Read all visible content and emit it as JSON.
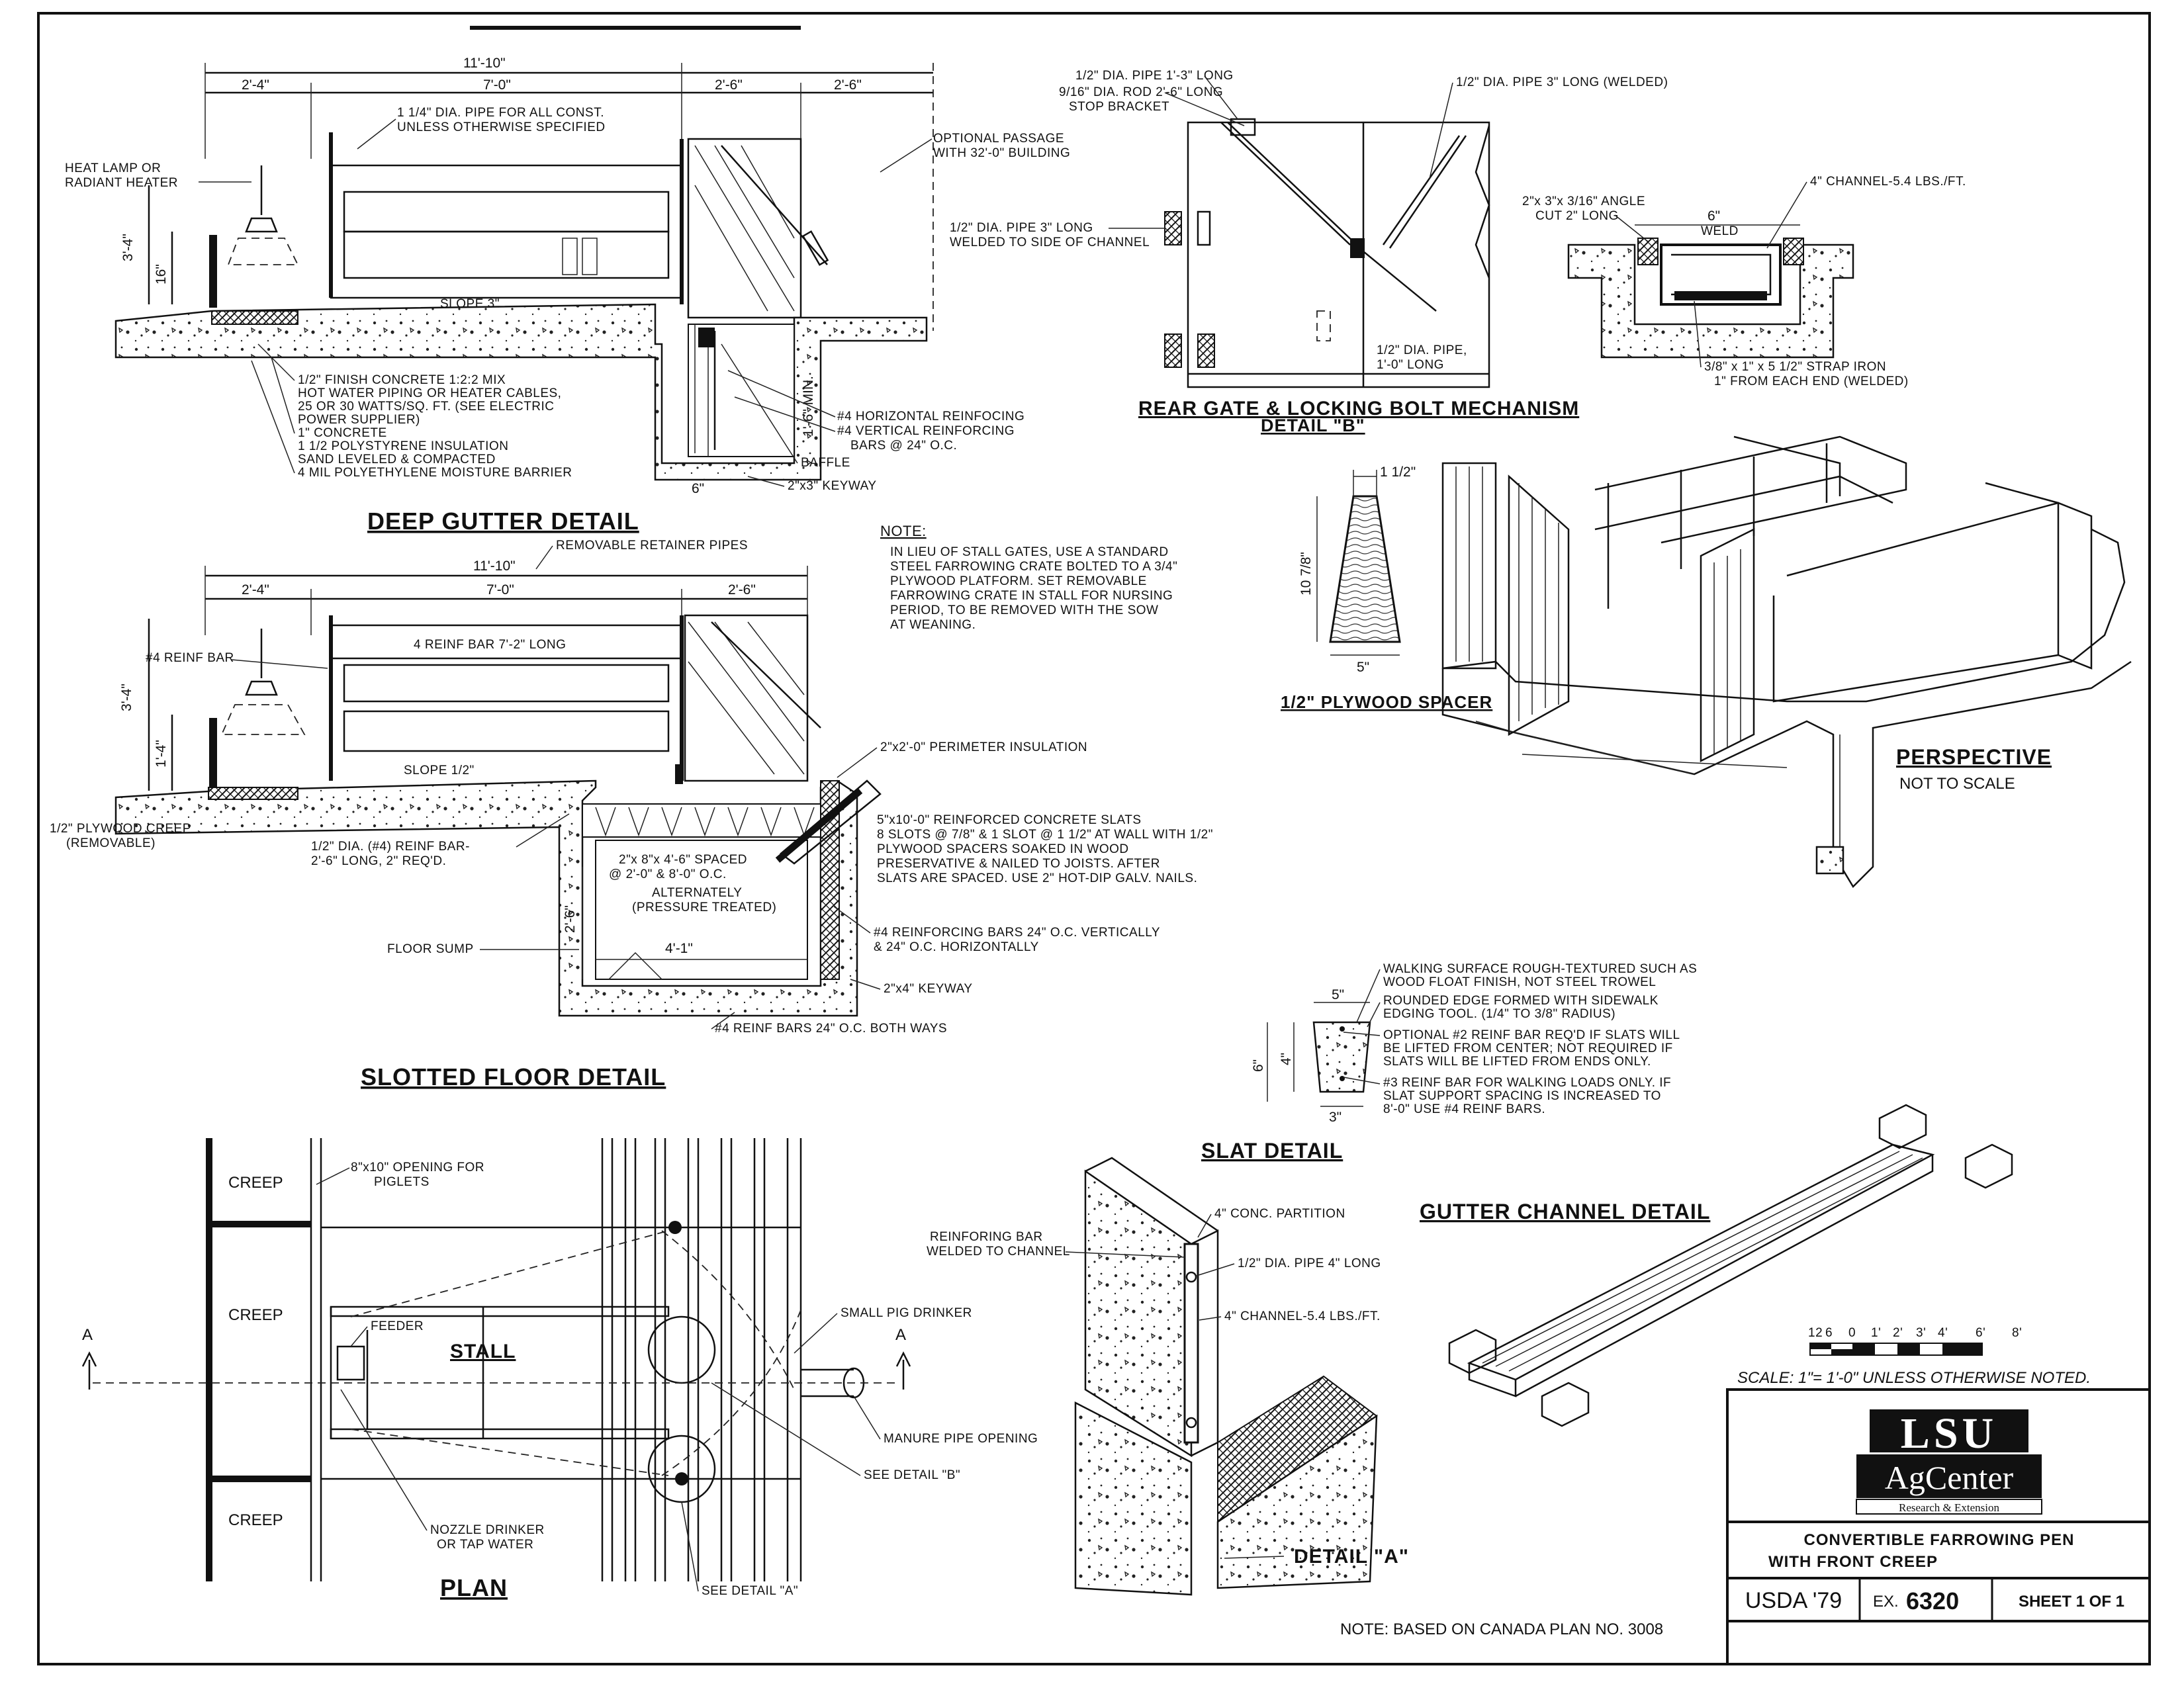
{
  "deep_gutter": {
    "title": "DEEP GUTTER DETAIL",
    "dim_total": "11'-10\"",
    "dim_left": "2'-4\"",
    "dim_mid": "7'-0\"",
    "dim_right": "2'-6\"",
    "dim_right2": "2'-6\"",
    "dim_height": "3'-4\"",
    "dim_16": "16\"",
    "dim_6": "6\"",
    "dim_min": "1'-6\" MIN.",
    "slope": "SLOPE 3\"",
    "label_heat": [
      "HEAT LAMP OR",
      "RADIANT HEATER"
    ],
    "label_pipe": [
      "1 1/4\" DIA. PIPE FOR ALL CONST.",
      "UNLESS OTHERWISE SPECIFIED"
    ],
    "label_passage": [
      "OPTIONAL PASSAGE",
      "WITH 32'-0\" BUILDING"
    ],
    "label_layers": [
      "1/2\" FINISH CONCRETE 1:2:2 MIX",
      "HOT WATER PIPING OR HEATER CABLES,",
      "25 OR 30 WATTS/SQ. FT. (SEE ELECTRIC",
      "POWER SUPPLIER)",
      "1\" CONCRETE",
      "1 1/2 POLYSTYRENE INSULATION",
      "SAND LEVELED & COMPACTED",
      "4 MIL POLYETHYLENE MOISTURE BARRIER"
    ],
    "label_rebar": [
      "#4 HORIZONTAL REINFOCING",
      "#4 VERTICAL REINFORCING",
      "BARS @ 24\" O.C."
    ],
    "label_baffle": "BAFFLE",
    "label_keyway": "2\"x3\" KEYWAY"
  },
  "slotted": {
    "title": "SLOTTED FLOOR DETAIL",
    "label_retainer": "REMOVABLE RETAINER PIPES",
    "dim_total": "11'-10\"",
    "dim_left": "2'-4\"",
    "dim_mid": "7'-0\"",
    "dim_right": "2'-6\"",
    "dim_height": "3'-4\"",
    "dim_14": "1'-4\"",
    "dim_26": "2'-6\"",
    "dim_41": "4'-1\"",
    "label_reinf": "#4 REINF BAR",
    "label_bar72": "4 REINF BAR 7'-2\" LONG",
    "slope": "SLOPE 1/2\"",
    "label_creep": [
      "1/2\" PLYWOOD CREEP",
      "(REMOVABLE)"
    ],
    "label_dia": [
      "1/2\" DIA. (#4) REINF BAR-",
      "2'-6\" LONG, 2\" REQ'D."
    ],
    "label_perim": "2\"x2'-0\" PERIMETER INSULATION",
    "label_slats": [
      "5\"x10'-0\" REINFORCED CONCRETE SLATS",
      "8 SLOTS @ 7/8\" & 1 SLOT @ 1 1/2\" AT WALL WITH 1/2\"",
      "PLYWOOD SPACERS SOAKED IN WOOD",
      "PRESERVATIVE & NAILED TO JOISTS. AFTER",
      "SLATS ARE SPACED. USE 2\" HOT-DIP GALV. NAILS."
    ],
    "label_joists": [
      "2\"x 8\"x 4'-6\" SPACED",
      "@ 2'-0\" & 8'-0\" O.C.",
      "ALTERNATELY",
      "(PRESSURE TREATED)"
    ],
    "label_reinbars": [
      "#4 REINFORCING BARS 24\" O.C. VERTICALLY",
      "& 24\" O.C. HORIZONTALLY"
    ],
    "label_sump": "FLOOR SUMP",
    "label_keyway": "2\"x4\" KEYWAY",
    "label_both": "#4 REINF BARS 24\" O.C. BOTH WAYS"
  },
  "note": {
    "title": "NOTE:",
    "lines": [
      "IN LIEU OF STALL GATES, USE A STANDARD",
      "STEEL FARROWING CRATE BOLTED TO A 3/4\"",
      "PLYWOOD PLATFORM. SET REMOVABLE",
      "FARROWING CRATE IN STALL FOR NURSING",
      "PERIOD, TO BE REMOVED WITH THE SOW",
      "AT WEANING."
    ]
  },
  "rear_gate": {
    "title": "REAR GATE & LOCKING BOLT MECHANISM",
    "subtitle": "DETAIL \"B\"",
    "label_pipe13": "1/2\" DIA. PIPE 1'-3\" LONG",
    "label_rod": [
      "9/16\" DIA. ROD 2'-6\" LONG",
      "STOP BRACKET"
    ],
    "label_pipe3": "1/2\" DIA. PIPE 3\" LONG (WELDED)",
    "label_pipe3side": [
      "1/2\" DIA. PIPE 3\" LONG",
      "WELDED TO SIDE OF CHANNEL"
    ],
    "label_pipe10": [
      "1/2\" DIA. PIPE,",
      "1'-0\" LONG"
    ]
  },
  "channel_top": {
    "label_angle": [
      "2\"x 3\"x 3/16\" ANGLE",
      "CUT 2\" LONG"
    ],
    "dim_6": "6\"",
    "label_weld": "WELD",
    "label_channel": "4\" CHANNEL-5.4 LBS./FT.",
    "label_strap": [
      "3/8\" x 1\" x 5 1/2\" STRAP IRON",
      "1\" FROM EACH END (WELDED)"
    ]
  },
  "spacer": {
    "title": "1/2\" PLYWOOD SPACER",
    "dim_top": "1 1/2\"",
    "dim_h": "10 7/8\"",
    "dim_w": "5\""
  },
  "perspective": {
    "title": "PERSPECTIVE",
    "subtitle": "NOT TO SCALE"
  },
  "slat": {
    "title": "SLAT DETAIL",
    "dim_5": "5\"",
    "dim_4": "4\"",
    "dim_6": "6\"",
    "dim_3": "3\"",
    "notes": [
      "WALKING SURFACE ROUGH-TEXTURED SUCH AS",
      "WOOD FLOAT FINISH, NOT STEEL TROWEL",
      "ROUNDED EDGE FORMED WITH SIDEWALK",
      "EDGING TOOL. (1/4\" TO 3/8\" RADIUS)",
      "OPTIONAL #2 REINF BAR REQ'D IF SLATS WILL",
      "BE LIFTED FROM CENTER; NOT REQUIRED IF",
      "SLATS WILL BE LIFTED FROM ENDS ONLY.",
      "#3 REINF BAR FOR WALKING LOADS ONLY. IF",
      "SLAT SUPPORT SPACING IS INCREASED TO",
      "8'-0\" USE #4 REINF BARS."
    ]
  },
  "plan": {
    "title": "PLAN",
    "creep": "CREEP",
    "stall": "STALL",
    "feeder": "FEEDER",
    "section": "A",
    "label_opening": [
      "8\"x10\" OPENING FOR",
      "PIGLETS"
    ],
    "label_drinker": "SMALL PIG DRINKER",
    "label_manure": "MANURE PIPE OPENING",
    "label_detailb": "SEE DETAIL \"B\"",
    "label_nozzle": [
      "NOZZLE DRINKER",
      "OR TAP WATER"
    ],
    "label_detaila": "SEE DETAIL \"A\""
  },
  "detail_a": {
    "title": "DETAIL \"A\"",
    "label_partition": "4\" CONC. PARTITION",
    "label_reinfbar": [
      "REINFORING BAR",
      "WELDED TO CHANNEL"
    ],
    "label_pipe": "1/2\" DIA. PIPE 4\" LONG",
    "label_channel": "4\" CHANNEL-5.4 LBS./FT."
  },
  "gutter_channel": {
    "title": "GUTTER CHANNEL DETAIL"
  },
  "title_block": {
    "scale_ticks": [
      "12",
      "6",
      "0",
      "1'",
      "2'",
      "3'",
      "4'",
      "6'",
      "8'"
    ],
    "scale_note": "SCALE: 1\"= 1'-0\" UNLESS OTHERWISE NOTED.",
    "logo_top": "LSU",
    "logo_mid": "AgCenter",
    "logo_sub": "Research & Extension",
    "title_line1": "CONVERTIBLE FARROWING PEN",
    "title_line2": "WITH FRONT CREEP",
    "cell_usda": "USDA '79",
    "cell_ex": "EX.",
    "cell_ex_num": "6320",
    "cell_sheet": "SHEET 1 OF 1"
  },
  "footer_note": "NOTE: BASED ON CANADA PLAN NO. 3008"
}
